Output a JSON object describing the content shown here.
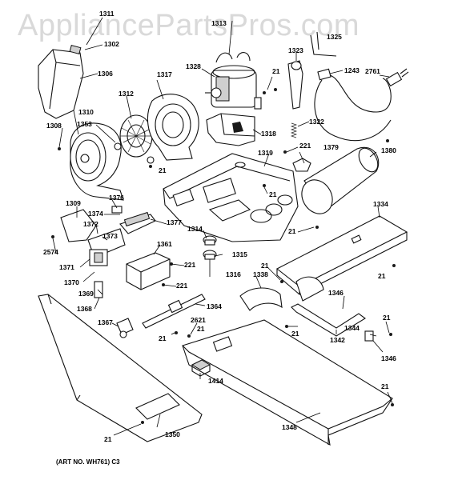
{
  "watermark": "AppliancePartsPros.com",
  "art_number": "(ART NO. WH761) C3",
  "callouts": [
    "1311",
    "1302",
    "1306",
    "1310",
    "1308",
    "1353",
    "1312",
    "1317",
    "1328",
    "21",
    "1318",
    "1323",
    "1243",
    "2761",
    "1322",
    "221",
    "1379",
    "1380",
    "1319",
    "1334",
    "1376",
    "1309",
    "1374",
    "1372",
    "1373",
    "1377",
    "2574",
    "1314",
    "1315",
    "1361",
    "1371",
    "1370",
    "1369",
    "1368",
    "1367",
    "1316",
    "1338",
    "1346",
    "1344",
    "1342",
    "1364",
    "2621",
    "1414",
    "1348",
    "1350",
    "1325",
    "1313"
  ]
}
